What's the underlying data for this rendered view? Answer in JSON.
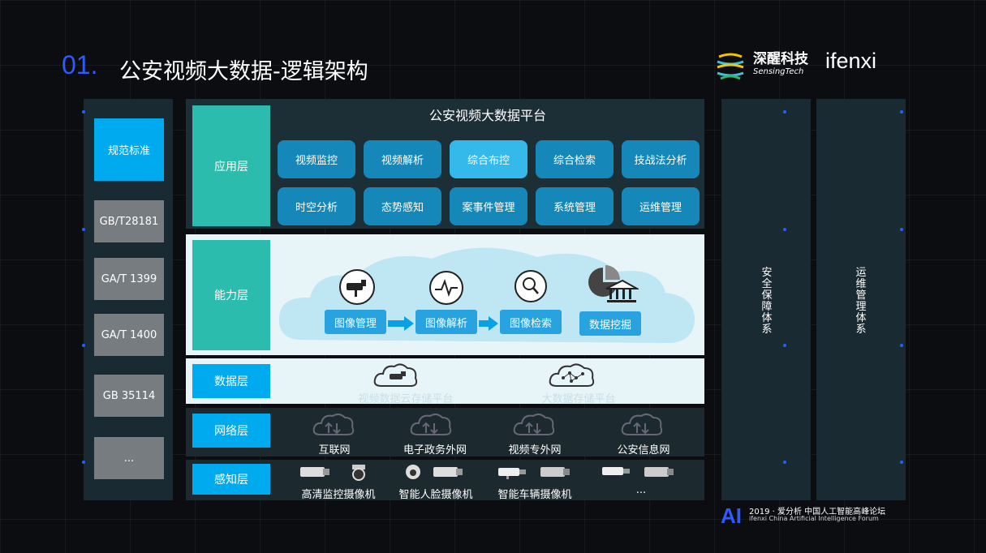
{
  "header": {
    "number": "01.",
    "title": "公安视频大数据-逻辑架构",
    "logo_cn": "深醒科技",
    "logo_en": "SensingTech",
    "logo_ifenxi": "ifenxi"
  },
  "standards": {
    "head": "规范标准",
    "items": [
      "GB/T28181",
      "GA/T 1399",
      "GA/T 1400",
      "GB 35114",
      "..."
    ]
  },
  "application": {
    "label": "应用层",
    "platform_title": "公安视频大数据平台",
    "row1": [
      "视频监控",
      "视频解析",
      "综合布控",
      "综合检索",
      "技战法分析"
    ],
    "row2": [
      "时空分析",
      "态势感知",
      "案事件管理",
      "系统管理",
      "运维管理"
    ]
  },
  "capability": {
    "label": "能力层",
    "items": [
      "图像管理",
      "图像解析",
      "图像检索",
      "数据挖掘"
    ]
  },
  "data_layer": {
    "label": "数据层",
    "items": [
      "视频数据云存储平台",
      "大数据存储平台"
    ]
  },
  "network": {
    "label": "网络层",
    "items": [
      "互联网",
      "电子政务外网",
      "视频专外网",
      "公安信息网"
    ]
  },
  "perception": {
    "label": "感知层",
    "items": [
      "高清监控摄像机",
      "智能人脸摄像机",
      "智能车辆摄像机",
      "..."
    ]
  },
  "side": {
    "security": "安全保障体系",
    "ops": "运维管理体系"
  },
  "footer": {
    "ai": "AI",
    "line1": "2019 · 爱分析 中国人工智能高峰论坛",
    "line2": "ifenxi China Artificial Intelligence Forum"
  },
  "colors": {
    "accent_blue": "#2c5bff",
    "teal_label": "#2bbcad",
    "cyan_label": "#00aaee",
    "app_button": "#1587b9",
    "app_button_highlight": "#34b9ea"
  }
}
